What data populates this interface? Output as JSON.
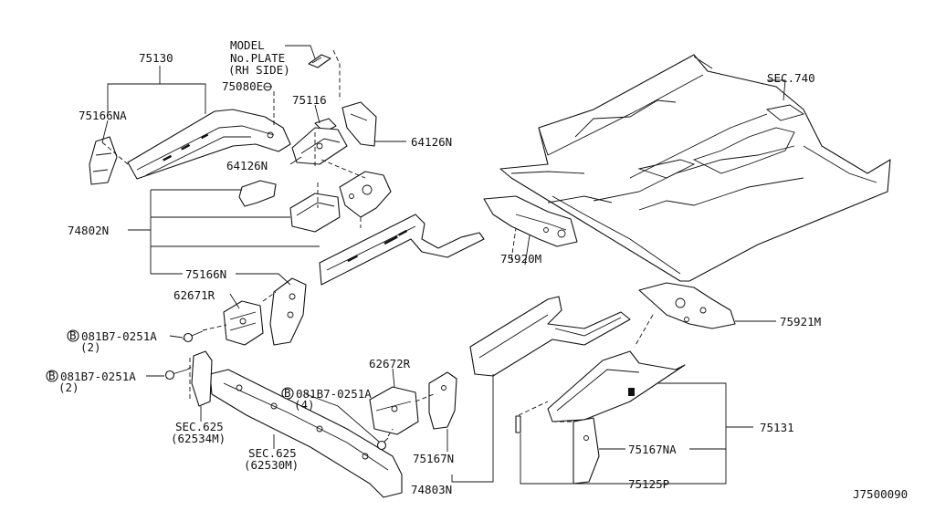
{
  "diagram": {
    "drawing_number": "J7500090",
    "labels": {
      "p75130": "75130",
      "model_line1": "MODEL",
      "model_line2": "No.PLATE",
      "model_line3": "(RH SIDE)",
      "p75080e": "75080E",
      "p75116": "75116",
      "p75166na": "75166NA",
      "p64126n": "64126N",
      "p64132n": "64126N",
      "sec740": "SEC.740",
      "p74802n": "74802N",
      "p75920m": "75920M",
      "p75166n": "75166N",
      "p62671r": "62671R",
      "bolt1": "081B7-0251A",
      "bolt1_qty": "(2)",
      "bolt2": "081B7-0251A",
      "bolt2_qty": "(2)",
      "bolt3": "081B7-0251A",
      "bolt3_qty": "(4)",
      "p62672r": "62672R",
      "p75921m": "75921M",
      "sec625a_1": "SEC.625",
      "sec625a_2": "(62534M)",
      "sec625b_1": "SEC.625",
      "sec625b_2": "(62530M)",
      "p75167n": "75167N",
      "p74803n": "74803N",
      "p75131": "75131",
      "p75167na": "75167NA",
      "p75125p": "75125P",
      "bolt_marker": "B"
    }
  }
}
